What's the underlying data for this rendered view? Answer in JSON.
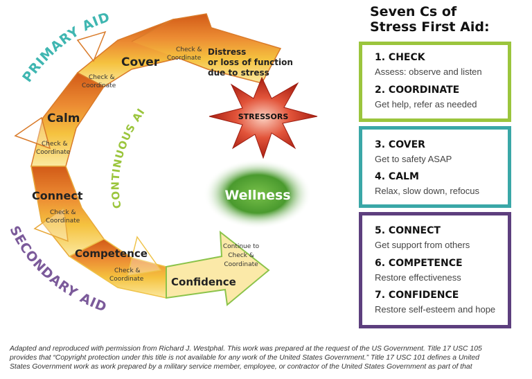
{
  "title": [
    "Seven Cs of",
    "Stress First Aid:"
  ],
  "arc_labels": {
    "primary": "PRIMARY AID",
    "continuous": "CONTINUOUS AID",
    "secondary": "SECONDARY AID"
  },
  "stages": {
    "cover": "Cover",
    "calm": "Calm",
    "connect": "Connect",
    "competence": "Competence",
    "confidence": "Confidence"
  },
  "check_coordinate": [
    "Check &",
    "Coordinate"
  ],
  "continue_text": [
    "Continue to",
    "Check &",
    "Coordinate"
  ],
  "distress_text": [
    "Distress",
    "or loss of function",
    "due to stress"
  ],
  "stressors": "STRESSORS",
  "wellness": "Wellness",
  "boxes": [
    {
      "items": [
        {
          "head": "1. CHECK",
          "desc": "Assess: observe and listen"
        },
        {
          "head": "2. COORDINATE",
          "desc": "Get help, refer as needed"
        }
      ]
    },
    {
      "items": [
        {
          "head": "3. COVER",
          "desc": "Get to safety ASAP"
        },
        {
          "head": "4. CALM",
          "desc": "Relax, slow down, refocus"
        }
      ]
    },
    {
      "items": [
        {
          "head": "5. CONNECT",
          "desc": "Get support from others"
        },
        {
          "head": "6. COMPETENCE",
          "desc": "Restore effectiveness"
        },
        {
          "head": "7. CONFIDENCE",
          "desc": "Restore self-esteem and hope"
        }
      ]
    }
  ],
  "footer": [
    "Adapted and reproduced with permission from Richard J. Westphal. This work was prepared at the request of the US Government. Title 17 USC 105",
    "provides that “Copyright protection under this title is not available for any work of the United States Government.” Title 17 USC 101 defines a United",
    "States Government work as work prepared by a military service member, employee, or contractor of the United States Government as part of that"
  ],
  "colors": {
    "orange_dark": "#d9661e",
    "orange": "#ef9a3a",
    "yellow": "#f7c948",
    "light_yellow": "#fbe79a",
    "green_outline": "#8bc34a",
    "primary_label": "#3fb6b1",
    "secondary_label": "#7b5a9a",
    "continuous_label": "#9bc53d",
    "stressor_red": "#c62a1b",
    "wellness_green": "#4a9a2e"
  }
}
